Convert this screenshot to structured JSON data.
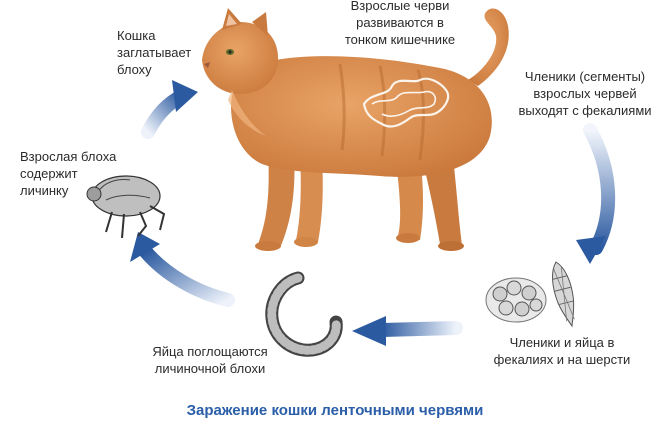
{
  "diagram": {
    "title": "Заражение кошки ленточными червями",
    "steps": {
      "cat_swallows": "Кошка\nзаглатывает\nблоху",
      "adult_worms": "Взрослые черви\nразвиваются в\nтонком кишечнике",
      "segments_exit": "Членики (сегменты)\nвзрослых червей\nвыходят с фекалиями",
      "segments_eggs": "Членики и яйца в\nфекалиях и на шерсти",
      "eggs_swallowed": "Яйца поглощаются\nличиночной блохи",
      "adult_flea": "Взрослая блоха\nсодержит\nличинку"
    },
    "colors": {
      "arrow": "#2c5aa0",
      "arrow_light": "#dfe8f6",
      "cat": "#d98a4a",
      "title": "#2a5ea8"
    },
    "icons": [
      "cat-illustration",
      "tapeworm-in-intestine-icon",
      "tapeworm-segment-icon",
      "eggs-cluster-icon",
      "flea-larva-icon",
      "adult-flea-icon"
    ]
  }
}
